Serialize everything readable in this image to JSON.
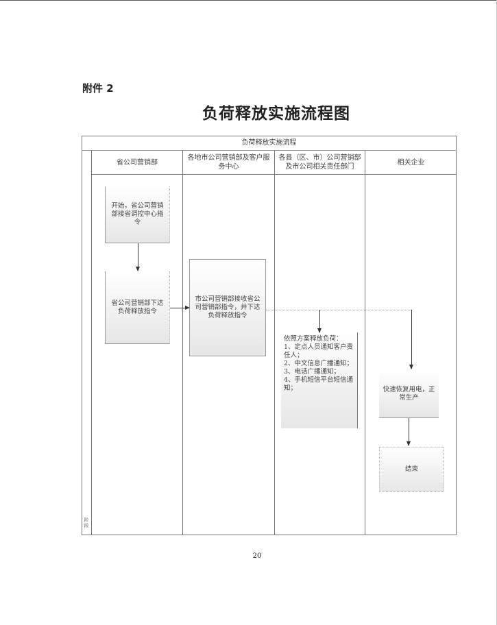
{
  "attachment_label": "附件 2",
  "title": "负荷释放实施流程图",
  "flowchart": {
    "header": "负荷释放实施流程",
    "lanes": [
      "省公司营销部",
      "各地市公司营销部及客户服务中心",
      "各县（区、市）公司营销部及市公司相关责任部门",
      "相关企业"
    ],
    "stage_label": "阶段",
    "steps": {
      "start": "开始，省公司营销部接省调控中心指令",
      "issue": "省公司营销部下达负荷释放指令",
      "receive": "市公司营销部接收省公司营销部指令，并下达负荷释放指令",
      "release": "依照方案释放负荷：\n1、定点人员通知客户责任人；\n2、中文信息广播通知；\n3、电话广播通知；\n4、手机短信平台短信通知；",
      "restore": "快速恢复用电，正常生产",
      "end": "结束"
    }
  },
  "page_number": "20"
}
